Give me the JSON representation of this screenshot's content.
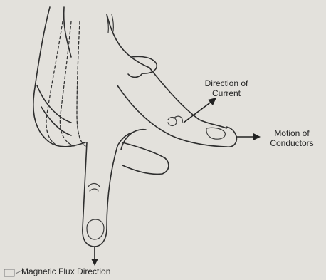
{
  "labels": {
    "current_line1": "Direction of",
    "current_line2": "Current",
    "motion_line1": "Motion of",
    "motion_line2": "Conductors",
    "flux": "Magnetic Flux Direction"
  }
}
